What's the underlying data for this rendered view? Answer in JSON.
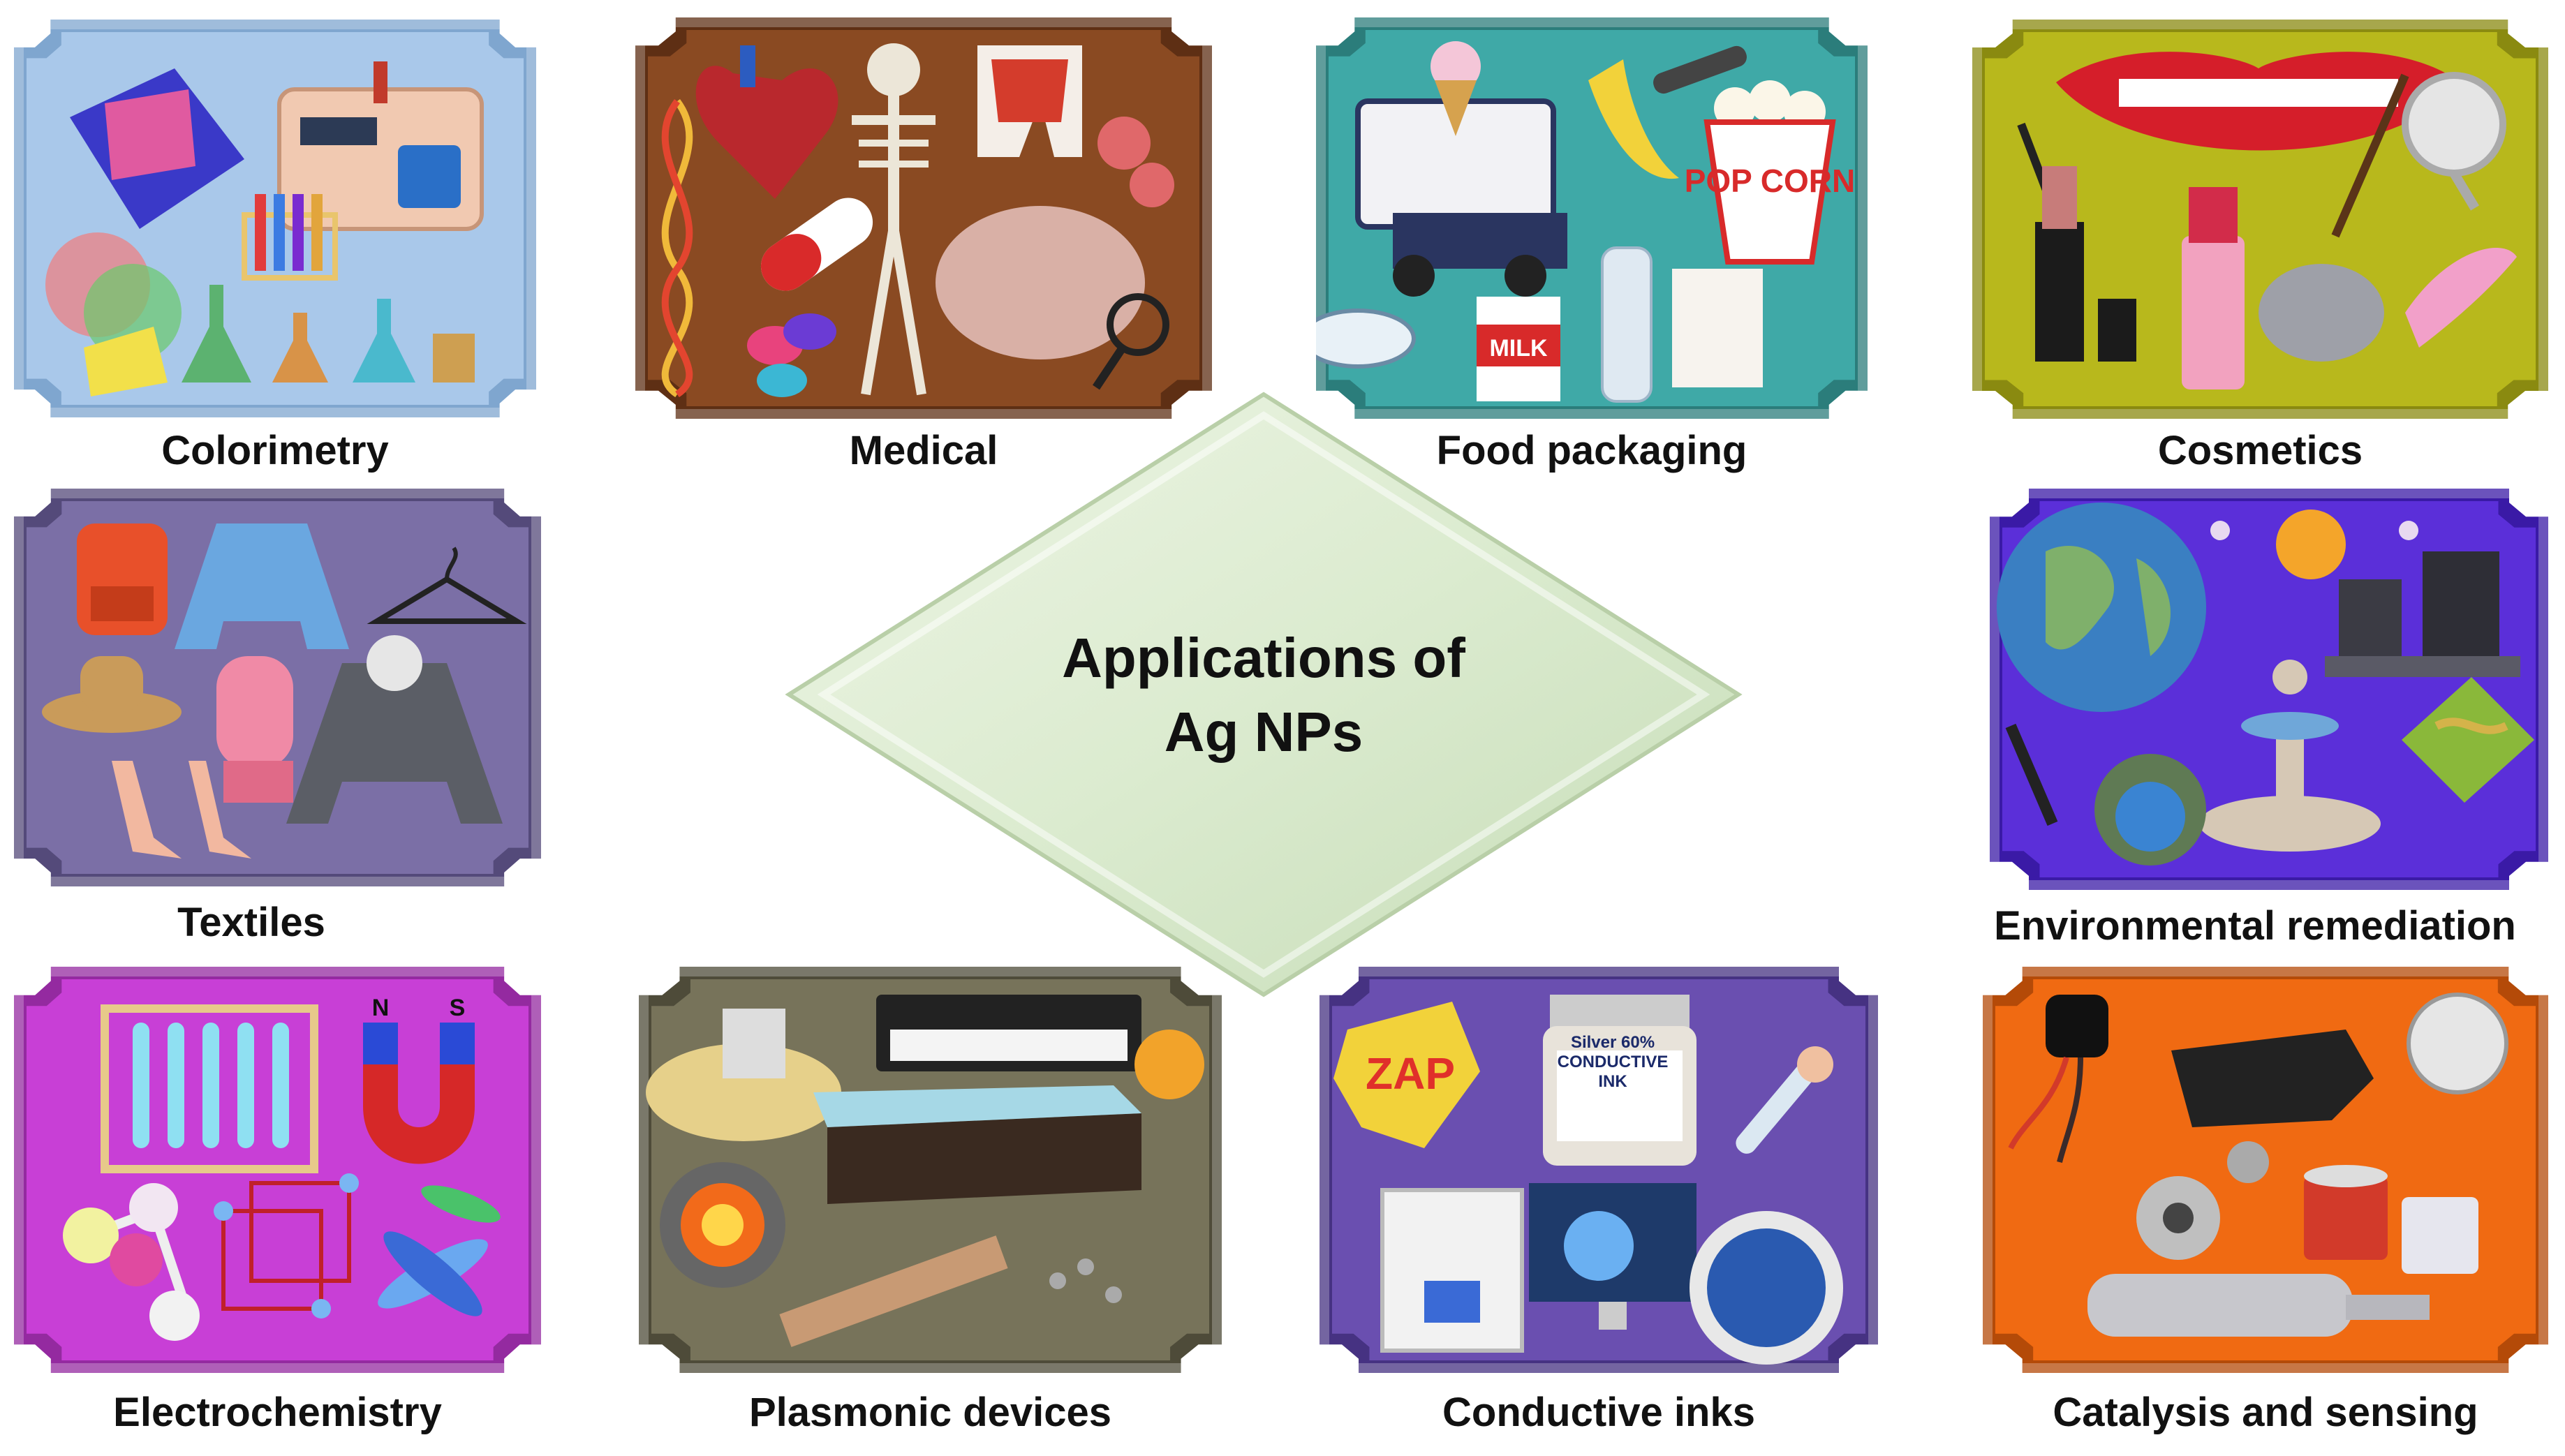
{
  "center": {
    "line1": "Applications of",
    "line2": "Ag NPs"
  },
  "panels": [
    {
      "label": "Colorimetry",
      "bg": "#a9c8ea",
      "icons": [
        "colorimeter-icon",
        "test-tubes-icon",
        "flasks-icon",
        "color-filters-icon"
      ]
    },
    {
      "label": "Medical",
      "bg": "#8a4a22",
      "icons": [
        "dna-icon",
        "heart-icon",
        "skeleton-icon",
        "tooth-icon",
        "pill-icon",
        "brain-icon"
      ]
    },
    {
      "label": "Food packaging",
      "bg": "#3fa9a7",
      "icons": [
        "food-truck-icon",
        "ice-cream-icon",
        "banana-icon",
        "popcorn-icon",
        "milk-carton-icon",
        "water-bottle-icon"
      ],
      "texts": {
        "popcorn": "POP CORN",
        "milk": "MILK"
      }
    },
    {
      "label": "Cosmetics",
      "bg": "#b8b81c",
      "icons": [
        "lips-icon",
        "lipstick-icon",
        "brush-icon",
        "comb-icon",
        "mirror-icon"
      ]
    },
    {
      "label": "Textiles",
      "bg": "#7b6fa6",
      "icons": [
        "backpack-icon",
        "puffer-jacket-icon",
        "hanger-icon",
        "hat-icon",
        "mitten-icon",
        "jacket-icon",
        "heels-icon"
      ]
    },
    {
      "label": "Environmental remediation",
      "bg": "#5b2fd9",
      "icons": [
        "globe-icon",
        "sun-icon",
        "rocks-icon",
        "fountain-icon",
        "grass-tile-icon",
        "waterfall-icon"
      ]
    },
    {
      "label": "Electrochemistry",
      "bg": "#c83fd6",
      "icons": [
        "test-tube-rack-icon",
        "magnet-icon",
        "molecule-icon",
        "crystal-lattice-icon",
        "orbital-icon"
      ],
      "texts": {
        "n": "N",
        "s": "S"
      }
    },
    {
      "label": "Plasmonic devices",
      "bg": "#77735a",
      "icons": [
        "keyboard-icon",
        "volcano-block-icon",
        "earth-core-icon",
        "sun-icon",
        "rod-icon"
      ]
    },
    {
      "label": "Conductive inks",
      "bg": "#6a4fb0",
      "icons": [
        "zap-icon",
        "ink-jar-icon",
        "pen-icon",
        "3d-printer-icon",
        "monitor-icon",
        "circuit-board-icon"
      ],
      "texts": {
        "zap": "ZAP",
        "jar": "Silver 60% CONDUCTIVE INK"
      }
    },
    {
      "label": "Catalysis and sensing",
      "bg": "#f06a12",
      "icons": [
        "sensor-cable-icon",
        "bracket-icon",
        "gear-icon",
        "can-icon",
        "exhaust-pipe-icon"
      ]
    }
  ]
}
